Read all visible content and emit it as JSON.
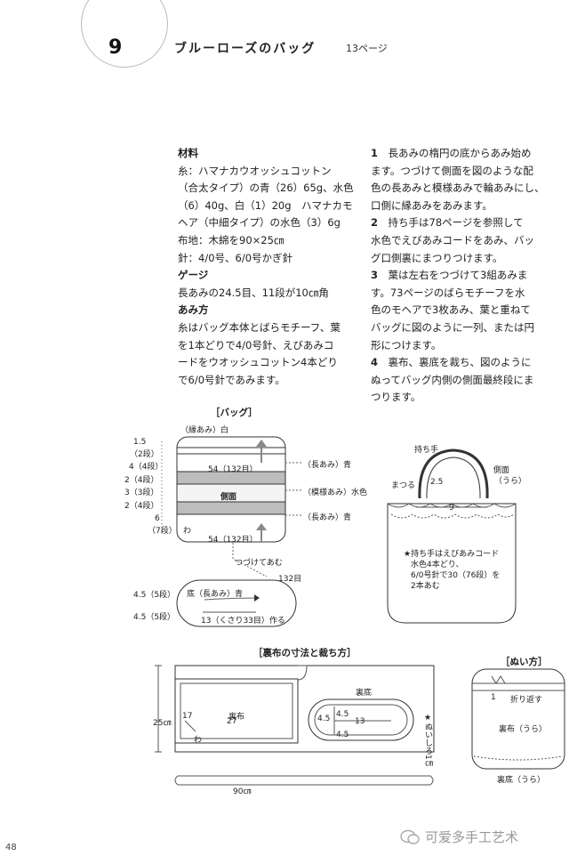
{
  "header": {
    "number": "9",
    "title": "ブルーローズのバッグ",
    "page_ref": "13ページ"
  },
  "left_column": {
    "materials_heading": "材料",
    "materials_lines": [
      "糸：ハマナカウオッシュコットン",
      "（合太タイプ）の青（26）65g、水色",
      "（6）40g、白（1）20g　ハマナカモ",
      "ヘア（中細タイプ）の水色（3）6g",
      "布地：木綿を90×25㎝",
      "針：4/0号、6/0号かぎ針"
    ],
    "gauge_heading": "ゲージ",
    "gauge_text": "長あみの24.5目、11段が10㎝角",
    "method_heading": "あみ方",
    "method_lines": [
      "糸はバッグ本体とばらモチーフ、葉",
      "を1本どりで4/0号針、えびあみコ",
      "ードをウオッシュコットン4本どり",
      "で6/0号針であみます。"
    ]
  },
  "right_column": {
    "steps": [
      {
        "num": "1",
        "lines": [
          "長あみの楕円の底からあみ始め",
          "ます。つづけて側面を図のような配",
          "色の長あみと模様あみで輪あみにし、",
          "口側に縁あみをあみます。"
        ]
      },
      {
        "num": "2",
        "lines": [
          "持ち手は78ページを参照して",
          "水色でえびあみコードをあみ、バッ",
          "グ口側裏にまつりつけます。"
        ]
      },
      {
        "num": "3",
        "lines": [
          "葉は左右をつづけて3組あみま",
          "す。73ページのばらモチーフを水",
          "色のモヘアで3枚あみ、葉と重ねて",
          "バッグに図のように一列、または円",
          "形につけます。"
        ]
      },
      {
        "num": "4",
        "lines": [
          "裏布、裏底を裁ち、図のように",
          "ぬってバッグ内側の側面最終段にま",
          "つります。"
        ]
      }
    ]
  },
  "bag_diagram": {
    "heading": "［バッグ］",
    "edge_label": "（縁あみ）白",
    "left_dims": [
      "1.5",
      "（2段）",
      "4（4段）",
      "2（4段）",
      "3（3段）",
      "2（4段）",
      "6",
      "（7段）"
    ],
    "top_count": "54（132目）",
    "side_label": "側面",
    "bottom_count": "54（132目）",
    "wa": "わ",
    "right_labels": [
      "（長あみ）青",
      "（模様あみ）水色",
      "（長あみ）青"
    ],
    "continue": "つづけてあむ",
    "base_count": "132目",
    "base_label": "底（長あみ）青",
    "base_dims": [
      "4.5（5段）",
      "4.5（5段）"
    ],
    "chain": "13（くさり33目）作る"
  },
  "handle_diagram": {
    "handle": "持ち手",
    "matsuru": "まつる",
    "side": "側面",
    "side_sub": "（うら）",
    "dim1": "2.5",
    "dim2": "9",
    "note": [
      "★持ち手はえびあみコード",
      "水色4本どり、",
      "6/0号針で30（76段）を",
      "2本あむ"
    ]
  },
  "lining_diagram": {
    "heading": "［裏布の寸法と裁ち方］",
    "lining": "裏布",
    "bottom": "裏底",
    "h": "25㎝",
    "d17": "17",
    "d27": "27",
    "wa": "わ",
    "d45a": "4.5",
    "d45b": "4.5",
    "d45c": "4.5",
    "d13": "13",
    "seam": "★ぬいしろ1㎝",
    "w": "90㎝"
  },
  "sewing_diagram": {
    "heading": "［ぬい方］",
    "one": "1",
    "fold": "折り返す",
    "lining": "裏布（うら）",
    "bottom": "裏底（うら）"
  },
  "page_number": "48",
  "watermark": "可爱多手工艺术"
}
